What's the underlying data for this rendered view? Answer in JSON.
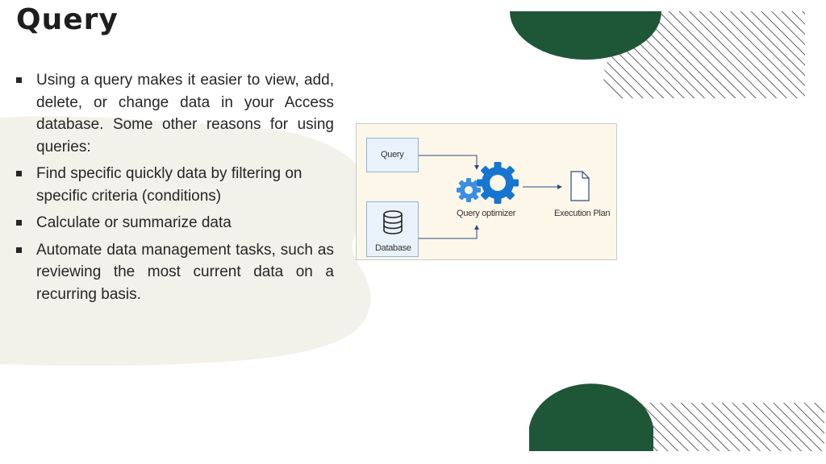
{
  "slide": {
    "title": "Query",
    "bullets": [
      "Using a query makes it easier to view, add, delete, or change data in your Access database. Some other reasons for using queries:",
      "Find specific quickly data by filtering on specific criteria (conditions)",
      "Calculate or summarize data",
      "Automate data management tasks, such as reviewing the most current data on a recurring basis."
    ]
  },
  "diagram": {
    "query_label": "Query",
    "database_label": "Database",
    "optimizer_label": "Query optimizer",
    "plan_label": "Execution Plan"
  },
  "colors": {
    "accent_green": "#1e5638",
    "gear_blue": "#1675d1",
    "gear_light": "#3b8fe0",
    "node_fill": "#e9f2fb",
    "node_border": "#8fb3d6",
    "diagram_bg": "#fdf7ea"
  },
  "icons": [
    "bullet-square-icon",
    "database-icon",
    "gear-icon",
    "document-icon",
    "arrow-icon"
  ]
}
